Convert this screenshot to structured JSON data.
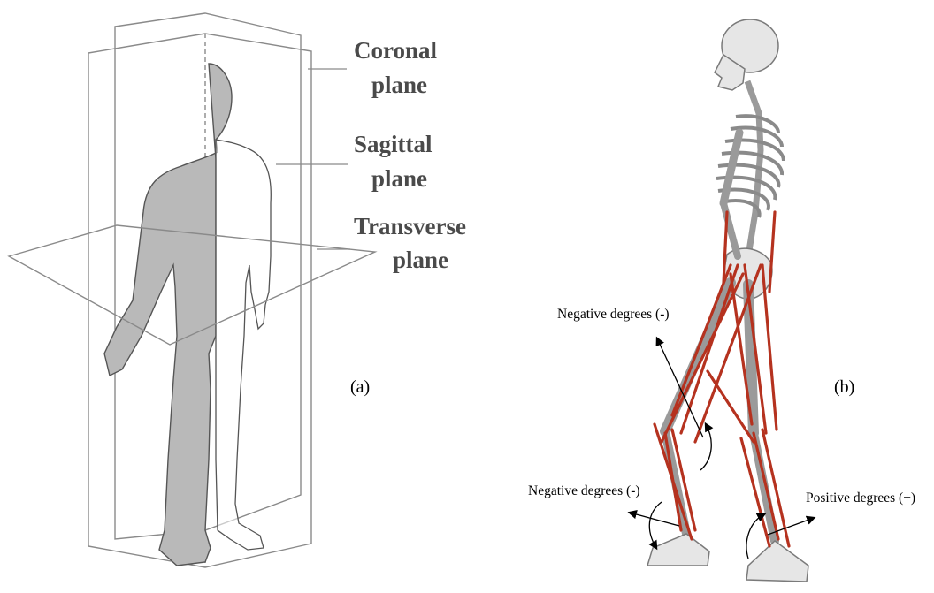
{
  "panel_a": {
    "label": "(a)",
    "planes": [
      {
        "line1": "Coronal",
        "line2": "plane"
      },
      {
        "line1": "Sagittal",
        "line2": "plane"
      },
      {
        "line1": "Transverse",
        "line2": "plane"
      }
    ]
  },
  "panel_b": {
    "label": "(b)",
    "annotations": {
      "hip": "Negative degrees (-)",
      "knee": "Negative degrees (-)",
      "ankle": "Positive degrees (+)"
    }
  },
  "colors": {
    "muscle": "#b5321f",
    "bone": "#e6e6e6",
    "shaded_body": "#b9b9b9",
    "plane_line": "#8a8a8a",
    "label_gray": "#4a4a4a"
  }
}
